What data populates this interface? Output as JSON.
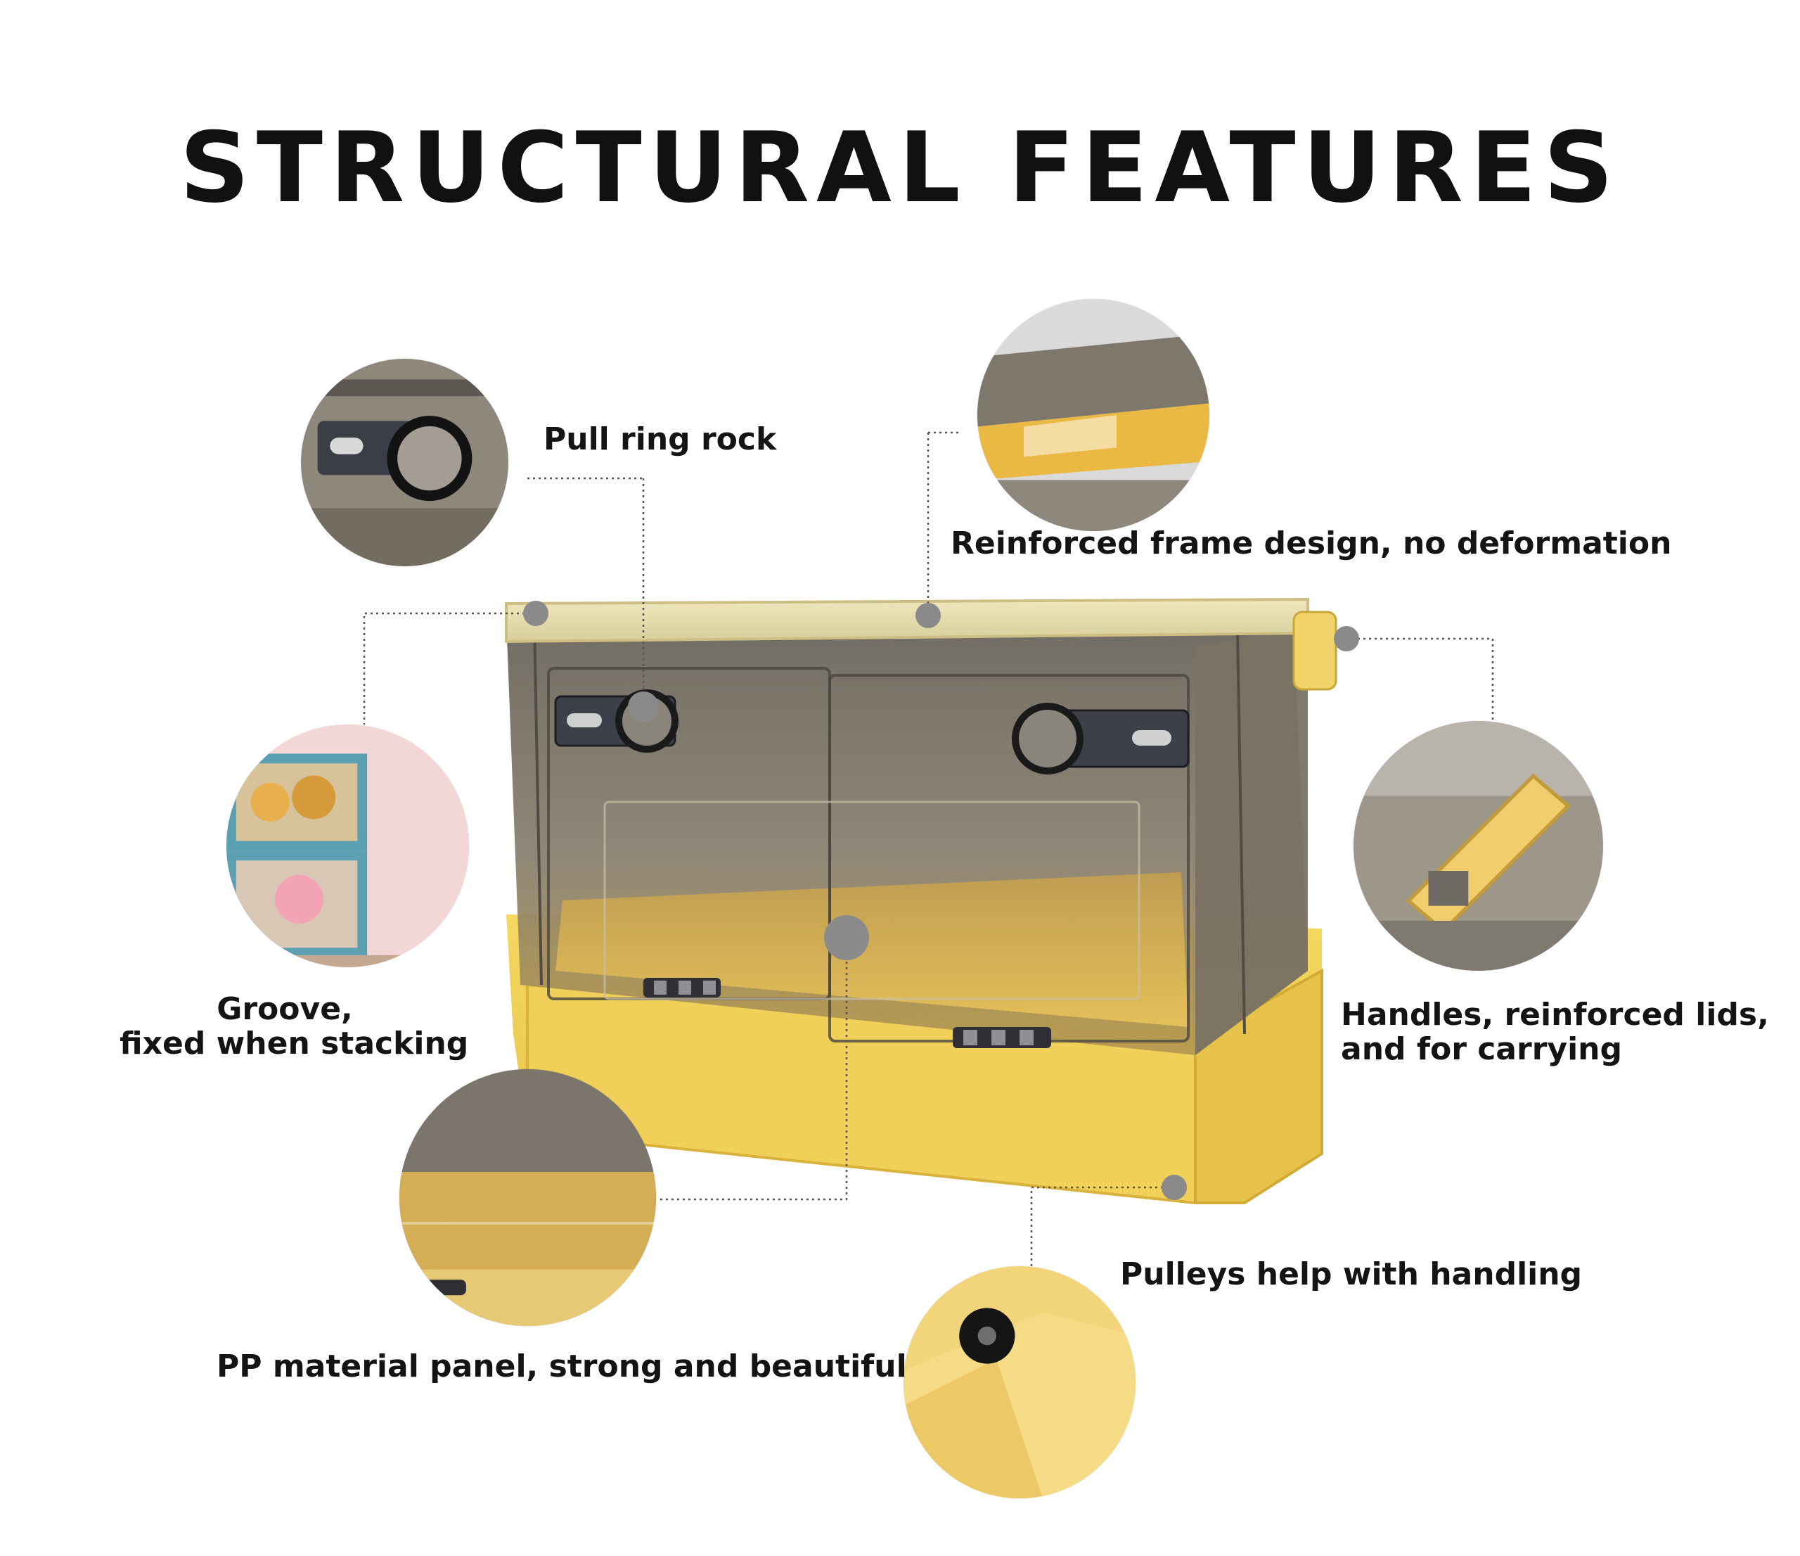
{
  "page": {
    "title": "STRUCTURAL FEATURES"
  },
  "features": [
    {
      "id": "pull-ring",
      "label": "Pull ring rock"
    },
    {
      "id": "frame",
      "label": "Reinforced frame design, no deformation"
    },
    {
      "id": "groove",
      "label_line1": "Groove,",
      "label_line2": "fixed when stacking"
    },
    {
      "id": "handles",
      "label_line1": "Handles, reinforced lids,",
      "label_line2": "and for carrying"
    },
    {
      "id": "panel",
      "label": "PP material panel, strong and beautiful"
    },
    {
      "id": "pulleys",
      "label": "Pulleys help with handling"
    }
  ],
  "colors": {
    "text": "#141414",
    "leader": "#555555",
    "dot": "#8a8a8a",
    "box_yellow": "#f2d35a",
    "box_yellow_dark": "#e0b93a",
    "panel_gray": "#6f6a61",
    "frame_light": "#e9dfae"
  },
  "icons": [
    "pull-ring-lock-icon",
    "wheel-icon",
    "handle-icon",
    "groove-icon"
  ]
}
